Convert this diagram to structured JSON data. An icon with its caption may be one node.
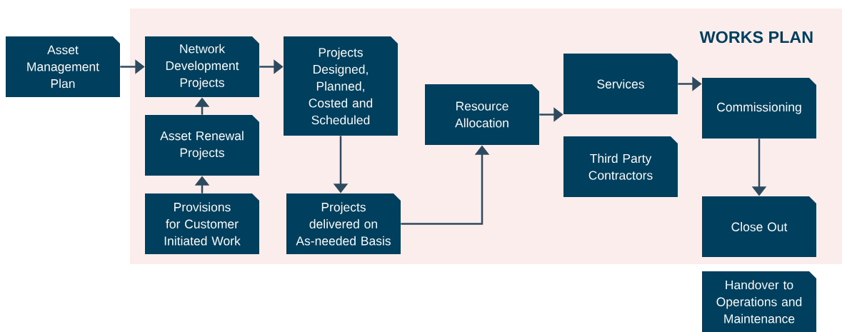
{
  "diagram": {
    "nodes": [
      {
        "text": [
          "WORKS PLAN"
        ]
      },
      {
        "text": [
          "Asset Management Plan"
        ]
      },
      {
        "text": [
          "Network Development Projects"
        ],
        "in": 0
      },
      {
        "text": [
          "Asset Renewal Projects"
        ],
        "in": 0
      },
      {
        "text": [
          "Provisions for Customer Initiated Work"
        ],
        "in": 0
      },
      {
        "text": [
          "Projects Designed, Planned, Costed and Scheduled"
        ],
        "in": 0
      },
      {
        "text": [
          "Projects delivered on As-needed Basis"
        ],
        "in": 0
      },
      {
        "text": [
          "Resource Allocation"
        ],
        "in": 0
      },
      {
        "text": [
          "Services"
        ],
        "in": 0
      },
      {
        "text": [
          "Third Party Contractors"
        ],
        "in": 0
      },
      {
        "text": [
          "Commissioning"
        ],
        "in": 0
      },
      {
        "text": [
          "Close Out"
        ],
        "in": 0
      },
      {
        "text": [
          "Handover to Operations and Maintenance"
        ]
      }
    ],
    "edges": [
      {
        "from": 1,
        "to": 2,
        "arrow": "to"
      },
      {
        "from": 3,
        "to": 2,
        "arrow": "to"
      },
      {
        "from": 4,
        "to": 3,
        "arrow": "to"
      },
      {
        "from": 2,
        "to": 5,
        "arrow": "to"
      },
      {
        "from": 5,
        "to": 6,
        "arrow": "to"
      },
      {
        "from": 6,
        "to": 7,
        "arrow": "to"
      },
      {
        "from": 7,
        "to": 8,
        "arrow": "to"
      },
      {
        "from": 8,
        "to": 10,
        "arrow": "to"
      },
      {
        "from": 10,
        "to": 11,
        "arrow": "to"
      }
    ]
  }
}
